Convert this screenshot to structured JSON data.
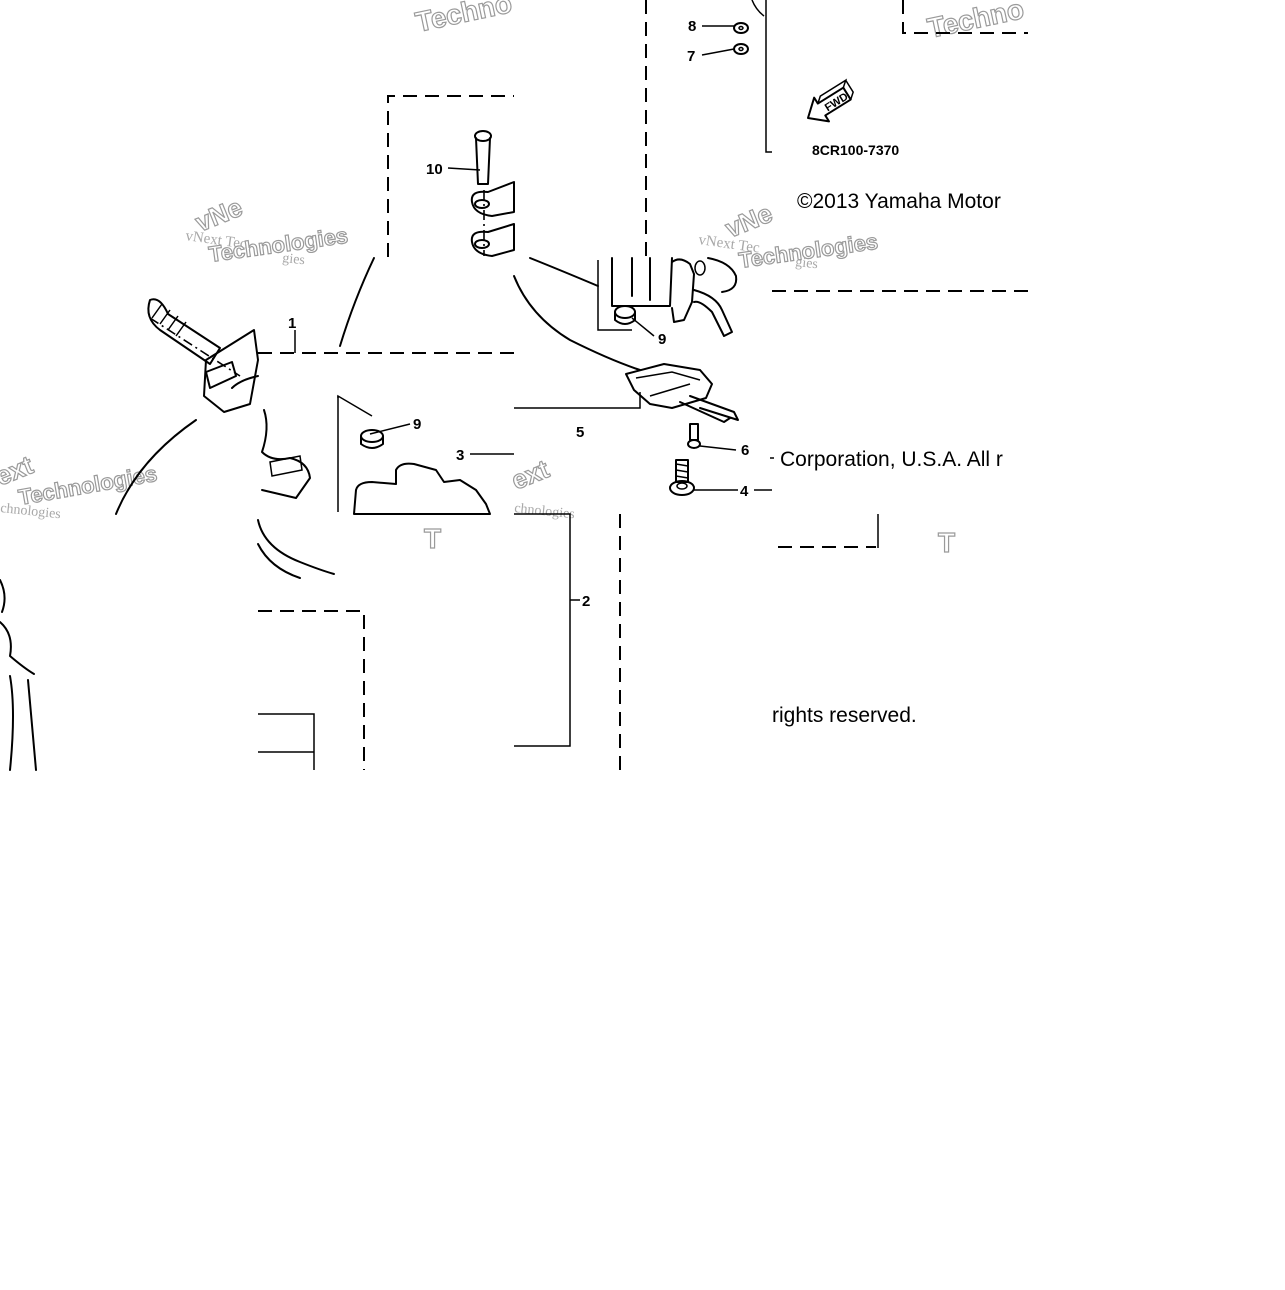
{
  "diagram": {
    "part_code": "8CR100-7370",
    "fwd_label": "FWD",
    "copyright": {
      "line1": "©2013 Yamaha Motor",
      "line2": "Corporation, U.S.A. All r",
      "line3": "rights reserved."
    },
    "callouts": {
      "c1": "1",
      "c2": "2",
      "c3": "3",
      "c4": "4",
      "c5": "5",
      "c6": "6",
      "c7": "7",
      "c8": "8",
      "c9a": "9",
      "c9b": "9",
      "c10": "10"
    },
    "watermarks": {
      "vnext_tec": "vNext Tec",
      "vnext_tec2": "vNext Tec",
      "technologies": "Technologies",
      "technologies2": "Technologies",
      "technologies3": "Technologies",
      "vne": "vNe",
      "vne2": "vNe",
      "ext": "ext",
      "ext2": "ext",
      "techno": "Techno",
      "techno2": "Techno",
      "t1": "T",
      "t2": "T",
      "chnologies": "chnologies",
      "chnologies2": "chnologies",
      "gies": "gies",
      "gies2": "gies"
    }
  }
}
